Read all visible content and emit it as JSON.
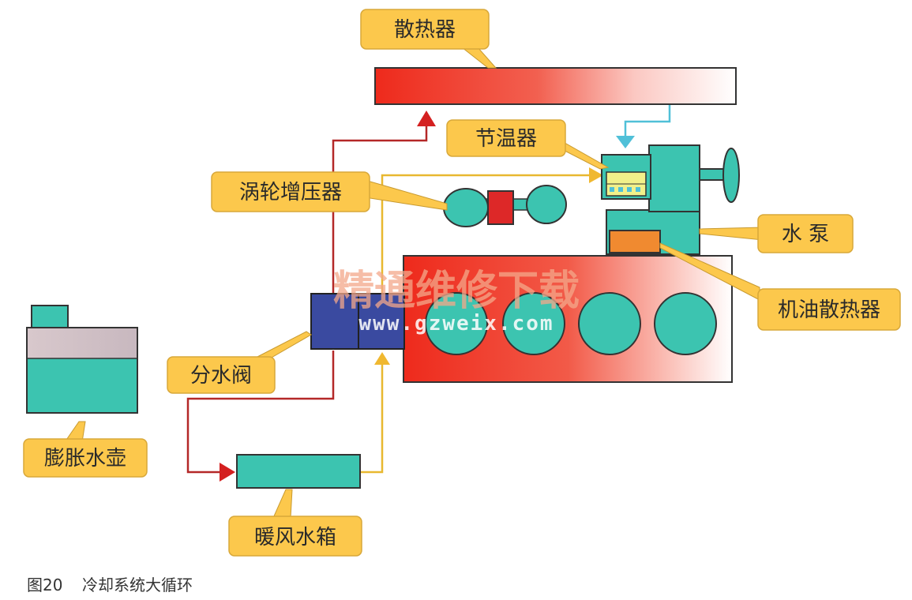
{
  "labels": {
    "radiator": "散热器",
    "thermostat": "节温器",
    "turbocharger": "涡轮增压器",
    "water_pump": "水 泵",
    "oil_cooler": "机油散热器",
    "diverter_valve": "分水阀",
    "expansion_tank": "膨胀水壶",
    "heater_core": "暖风水箱"
  },
  "caption": {
    "figure_number": "图20",
    "title": "冷却系统大循环"
  },
  "watermark": {
    "name": "精通维修下载",
    "url": "www.gzweix.com"
  },
  "colors": {
    "hot": "#ee3320",
    "coolant": "#3cc4b0",
    "label_bg": "#fcc84c",
    "valve": "#3a4aa0",
    "hot_line": "#b42828",
    "warm_line": "#e8b830",
    "cool_line": "#50c0d8"
  }
}
